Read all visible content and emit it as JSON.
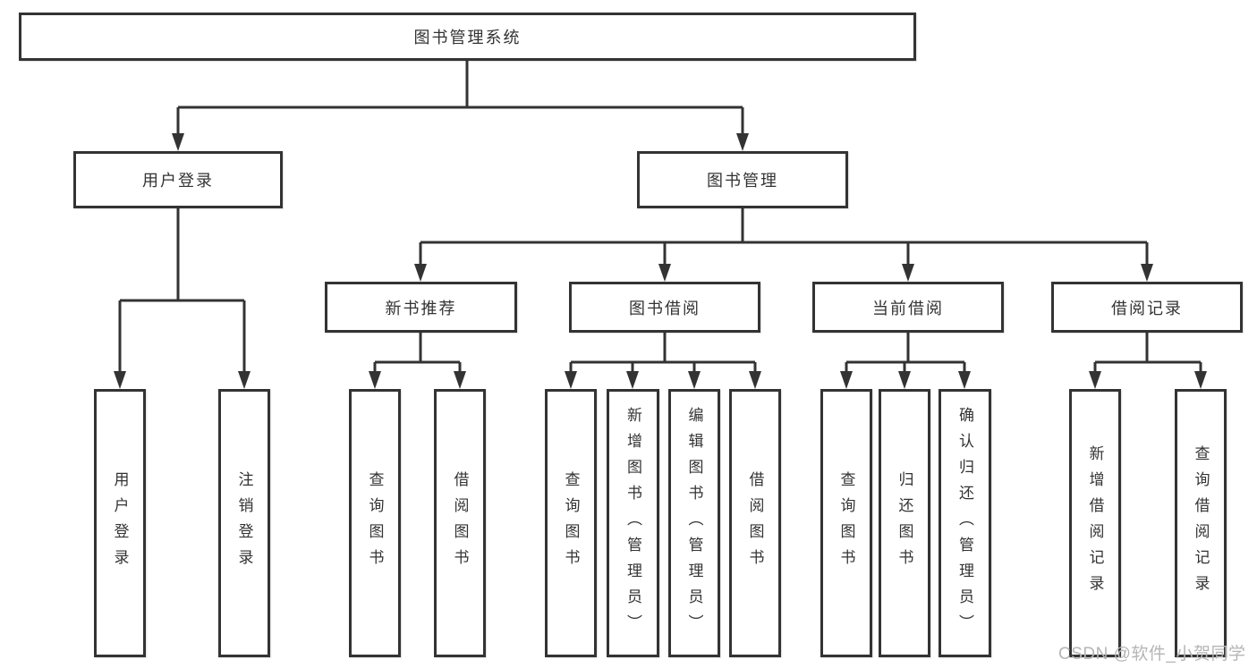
{
  "colors": {
    "line": "#333333",
    "text": "#333333",
    "background": "#ffffff",
    "watermark": "#b5b5b5"
  },
  "chart": {
    "root": "图书管理系统",
    "login": {
      "label": "用户登录",
      "children": [
        "用户登录",
        "注销登录"
      ]
    },
    "management": {
      "label": "图书管理",
      "groups": [
        {
          "label": "新书推荐",
          "children": [
            "查询图书",
            "借阅图书"
          ]
        },
        {
          "label": "图书借阅",
          "children": [
            "查询图书",
            "新增图书（管理员）",
            "编辑图书（管理员）",
            "借阅图书"
          ]
        },
        {
          "label": "当前借阅",
          "children": [
            "查询图书",
            "归还图书",
            "确认归还（管理员）"
          ]
        },
        {
          "label": "借阅记录",
          "children": [
            "新增借阅记录",
            "查询借阅记录"
          ]
        }
      ]
    }
  },
  "watermark": "CSDN @软件_小贺同学"
}
